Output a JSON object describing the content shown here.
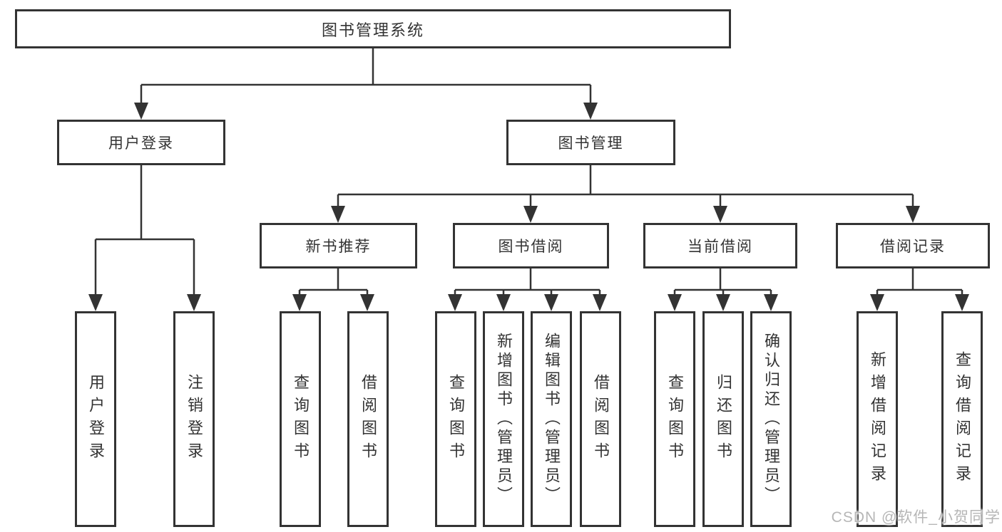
{
  "diagram": {
    "root": {
      "label": "图书管理系统"
    },
    "level2": [
      {
        "label": "用户登录",
        "children": [
          {
            "label": "用户登录"
          },
          {
            "label": "注销登录"
          }
        ]
      },
      {
        "label": "图书管理",
        "children": [
          {
            "label": "新书推荐",
            "children": [
              {
                "label": "查询图书"
              },
              {
                "label": "借阅图书"
              }
            ]
          },
          {
            "label": "图书借阅",
            "children": [
              {
                "label": "查询图书"
              },
              {
                "label": "新增图书（管理员）"
              },
              {
                "label": "编辑图书（管理员）"
              },
              {
                "label": "借阅图书"
              }
            ]
          },
          {
            "label": "当前借阅",
            "children": [
              {
                "label": "查询图书"
              },
              {
                "label": "归还图书"
              },
              {
                "label": "确认归还（管理员）"
              }
            ]
          },
          {
            "label": "借阅记录",
            "children": [
              {
                "label": "新增借阅记录"
              },
              {
                "label": "查询借阅记录"
              }
            ]
          }
        ]
      }
    ],
    "watermark": "CSDN @软件_小贺同学",
    "colors": {
      "line": "#333333",
      "text": "#333333",
      "watermark": "#b6b6b6",
      "background": "#ffffff"
    }
  }
}
